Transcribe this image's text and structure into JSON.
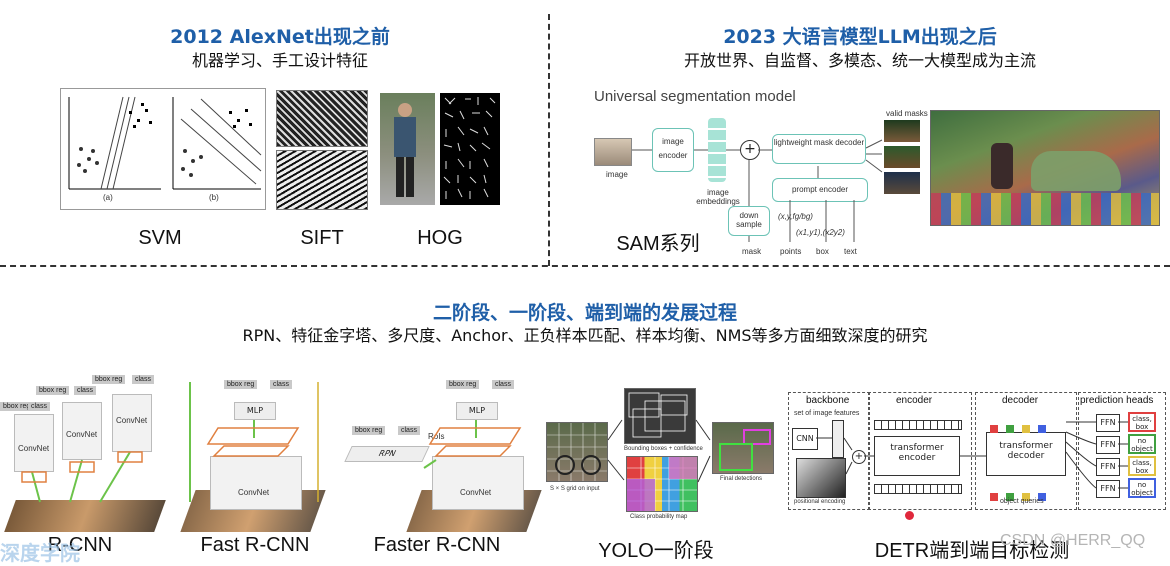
{
  "top_left": {
    "title": "2012 AlexNet出现之前",
    "subtitle": "机器学习、手工设计特征",
    "captions": [
      "SVM",
      "SIFT",
      "HOG"
    ],
    "svm_labels": [
      "(a)",
      "(b)"
    ]
  },
  "top_right": {
    "title": "2023 大语言模型LLM出现之后",
    "subtitle": "开放世界、自监督、多模态、统一大模型成为主流",
    "caption": "SAM系列",
    "sam": {
      "heading": "Universal segmentation model",
      "image_label": "image",
      "image_encoder": "image encoder",
      "image_embeddings": "image embeddings",
      "mask_decoder": "lightweight mask decoder",
      "prompt_encoder": "prompt encoder",
      "down_sample": "down sample",
      "valid_masks": "valid masks",
      "coords1": "(x,y,fg/bg)",
      "coords2": "(x1,y1),(x2y2)",
      "inputs": [
        "mask",
        "points",
        "box",
        "text"
      ]
    }
  },
  "bottom": {
    "title": "二阶段、一阶段、端到端的发展过程",
    "subtitle": "RPN、特征金字塔、多尺度、Anchor、正负样本匹配、样本均衡、NMS等多方面细致深度的研究",
    "captions": [
      "R-CNN",
      "Fast R-CNN",
      "Faster R-CNN",
      "YOLO一阶段",
      "DETR端到端目标检测"
    ],
    "rcnn": {
      "bbox": "bbox reg",
      "cls": "class",
      "net": "ConvNet"
    },
    "fast": {
      "bbox": "bbox reg",
      "cls": "class",
      "mlp": "MLP",
      "net": "ConvNet"
    },
    "faster": {
      "bbox": "bbox reg",
      "cls": "class",
      "mlp": "MLP",
      "net": "ConvNet",
      "rpn": "RPN",
      "rois": "RoIs"
    },
    "yolo": {
      "grid": "S × S grid on input",
      "boxes": "Bounding boxes + confidence",
      "map": "Class probability map",
      "final": "Final detections"
    },
    "detr": {
      "backbone": "backbone",
      "encoder": "encoder",
      "decoder": "decoder",
      "heads": "prediction heads",
      "features": "set of image features",
      "cnn": "CNN",
      "pos": "positional encoding",
      "enc_box": "transformer encoder",
      "dec_box": "transformer decoder",
      "queries": "object queries",
      "ffn": "FFN",
      "outputs": [
        "class, box",
        "no object",
        "class, box",
        "no object"
      ]
    }
  },
  "watermark": "CSDN @HERR_QQ",
  "logo_text": "深度学院"
}
